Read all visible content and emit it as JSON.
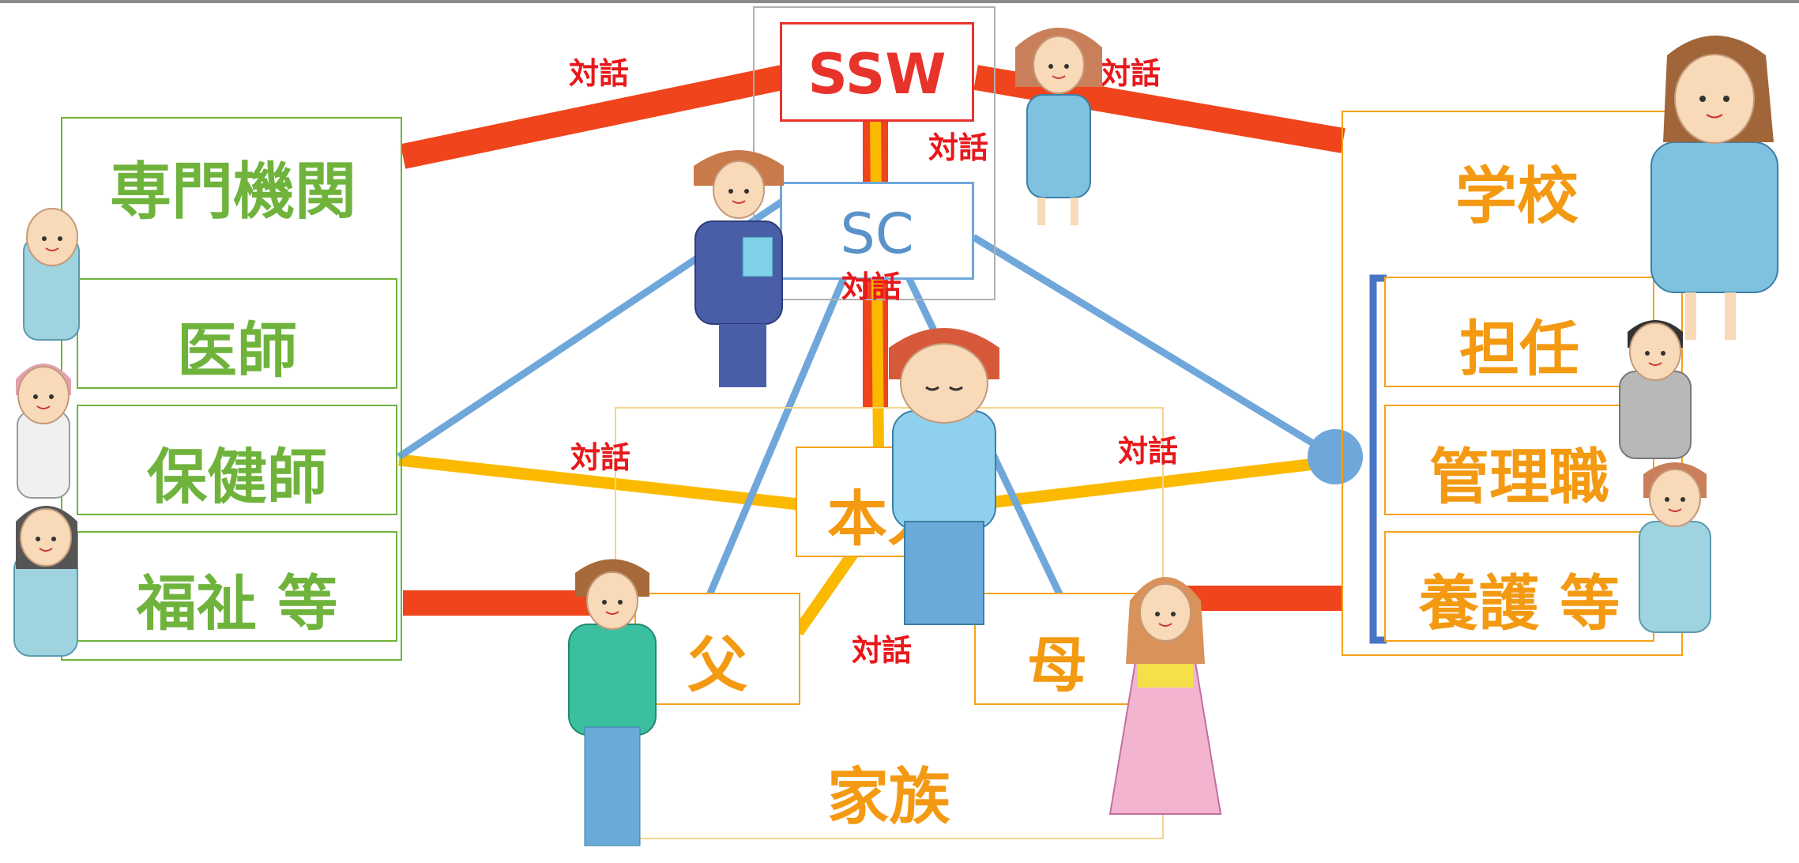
{
  "center": {
    "ssw": "SSW",
    "sc": "SC",
    "self": "本人",
    "father": "父",
    "mother": "母",
    "family": "家族"
  },
  "external": {
    "title": "専門機関",
    "items": [
      "医師",
      "保健師",
      "福祉 等"
    ]
  },
  "school": {
    "title": "学校",
    "items": [
      "担任",
      "管理職",
      "養護 等"
    ]
  },
  "dialogue": "対話",
  "colors": {
    "red": "#f0441c",
    "yellow": "#fbb900",
    "blue": "#6fa7db",
    "green": "#6fb33c",
    "orange": "#f39a12"
  }
}
